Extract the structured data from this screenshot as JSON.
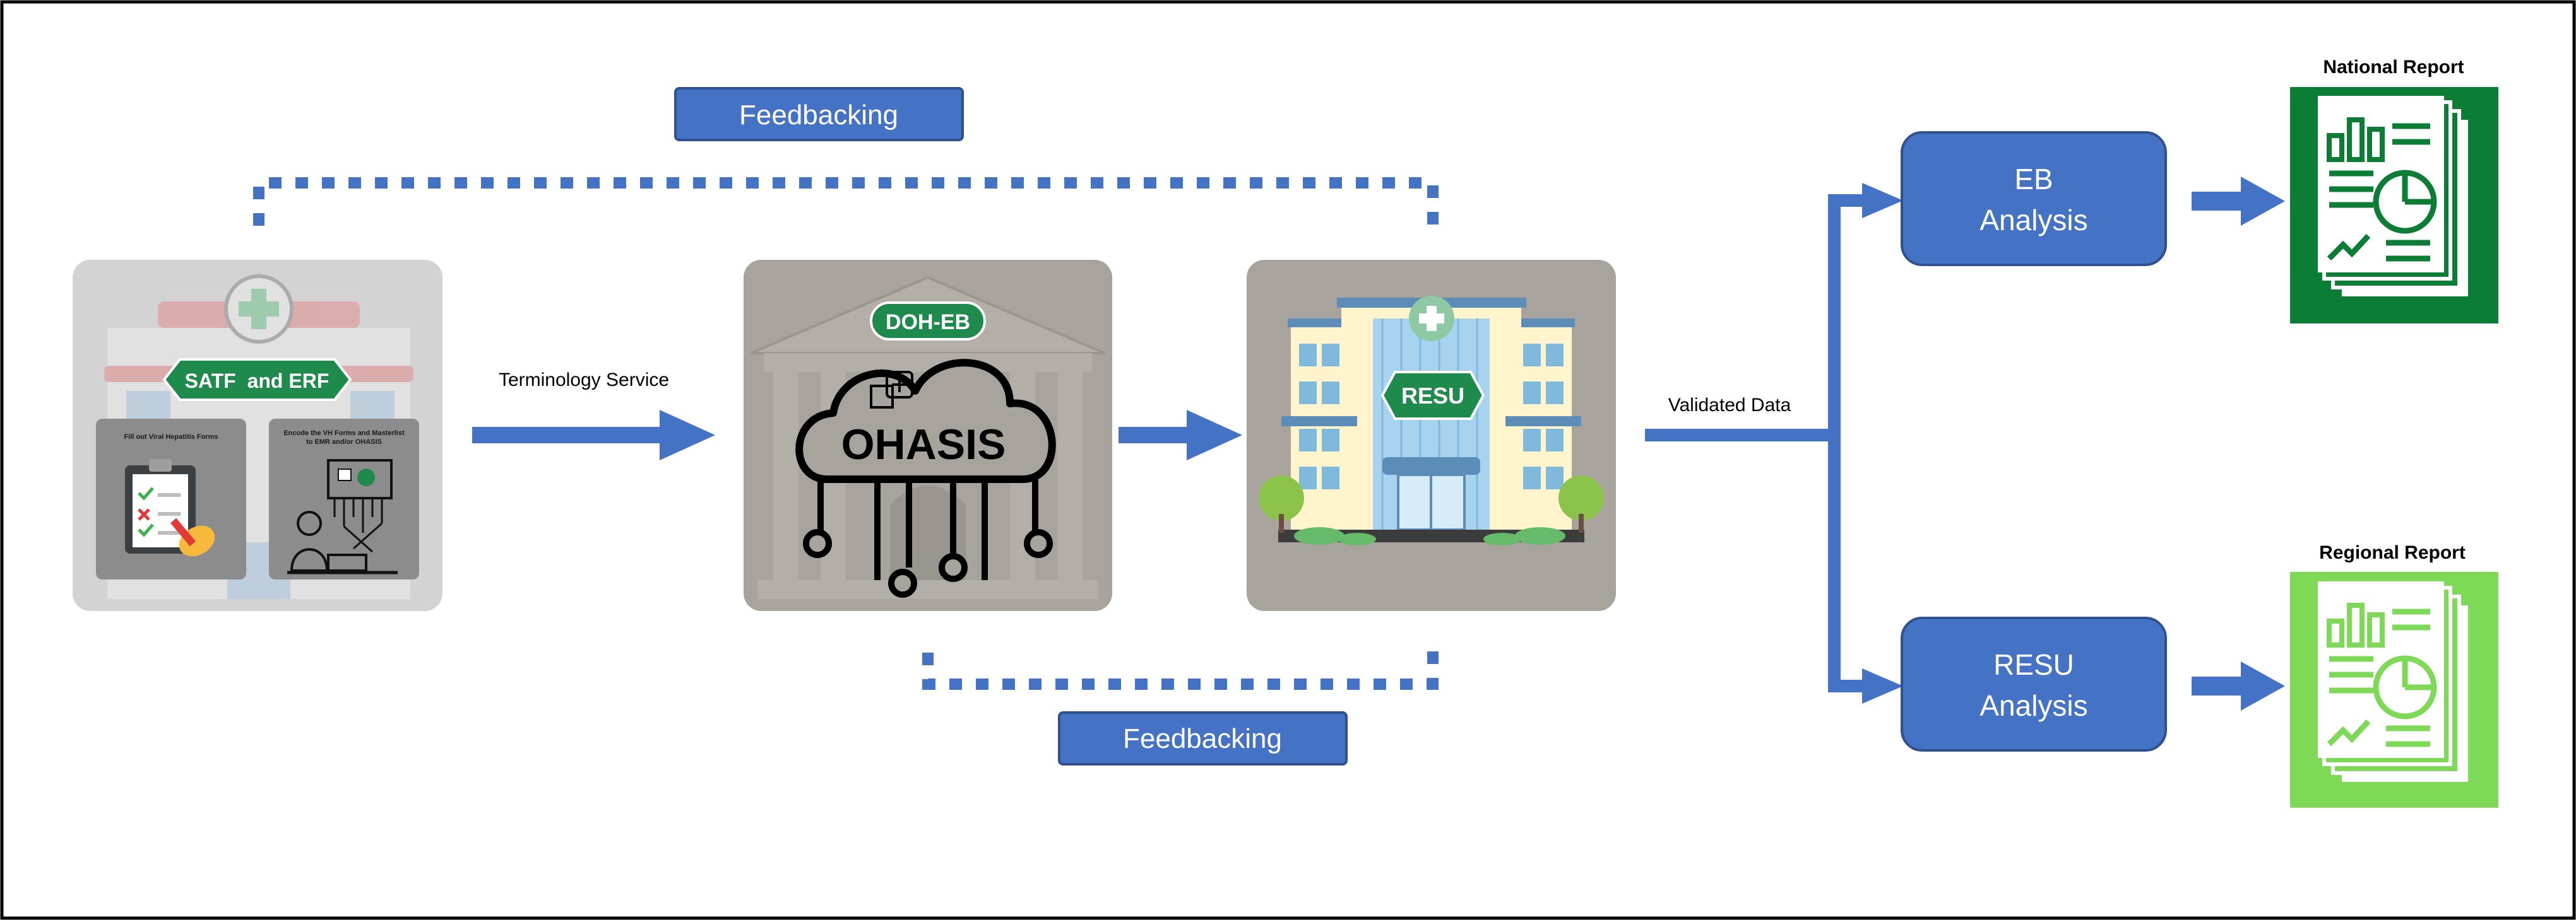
{
  "labels": {
    "feedback_top": "Feedbacking",
    "feedback_bottom": "Feedbacking",
    "terminology_service": "Terminology Service",
    "validated_data": "Validated Data",
    "satf_erf": "SATF  and ERF",
    "fill_forms": "Fill out Viral Hepatitis Forms",
    "encode_line1": "Encode the VH Forms and Masterlist",
    "encode_line2": "to EMR and/or OHASIS",
    "doh_eb": "DOH-EB",
    "ohasis": "OHASIS",
    "resu_badge": "RESU",
    "eb_line1": "EB",
    "eb_line2": "Analysis",
    "resu_line1": "RESU",
    "resu_line2": "Analysis",
    "national_report": "National Report",
    "regional_report": "Regional Report"
  },
  "colors": {
    "box_blue": "#4472C4",
    "box_border": "#2F528F",
    "arrow_blue": "#4472C4",
    "national_green": "#0B7D34",
    "regional_green": "#7ED957",
    "badge_green": "#1E8A4C",
    "tile_gray": "#A8A39D",
    "facility_gray": "#D3D3D3"
  },
  "icons": [
    "hospital-icon",
    "clipboard-icon",
    "computer-encoder-icon",
    "cloud-network-icon",
    "government-building-icon",
    "hospital-building-icon",
    "report-document-icon"
  ]
}
